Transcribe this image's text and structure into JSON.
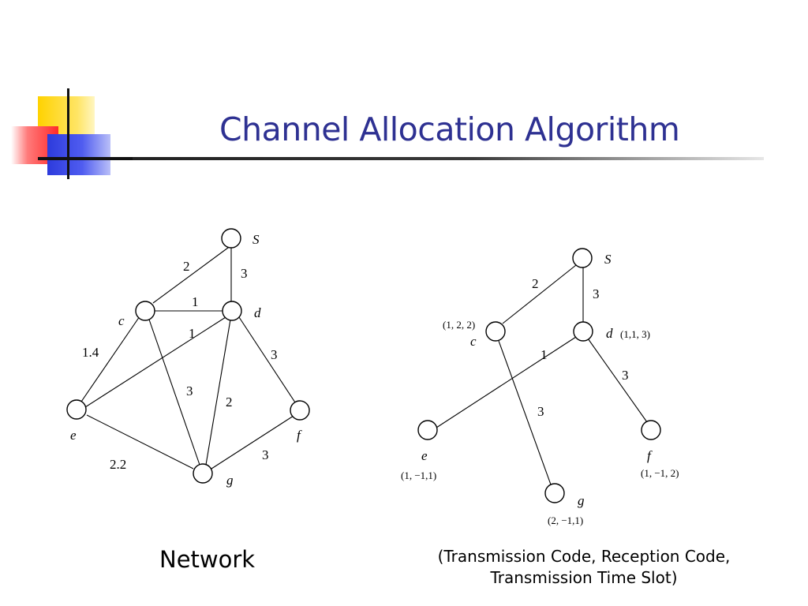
{
  "title": "Channel Allocation Algorithm",
  "left_diagram": {
    "caption": "Network",
    "nodes": {
      "S": "S",
      "c": "c",
      "d": "d",
      "e": "e",
      "f": "f",
      "g": "g"
    },
    "edge_weights": {
      "S_c": "2",
      "S_d": "3",
      "c_d": "1",
      "e_d": "1",
      "c_e": "1.4",
      "d_f": "3",
      "c_g": "3",
      "d_g": "2",
      "f_g": "3",
      "e_g": "2.2"
    }
  },
  "right_diagram": {
    "caption_line1": "(Transmission Code, Reception Code,",
    "caption_line2": "Transmission Time Slot)",
    "nodes": {
      "S": "S",
      "c": "c",
      "d": "d",
      "e": "e",
      "f": "f",
      "g": "g"
    },
    "codes": {
      "c": "(1, 2, 2)",
      "d": "(1,1, 3)",
      "e": "(1, −1,1)",
      "f": "(1, −1, 2)",
      "g": "(2, −1,1)"
    },
    "edge_weights": {
      "S_c": "2",
      "S_d": "3",
      "e_d": "1",
      "d_f": "3",
      "c_g": "3"
    }
  }
}
